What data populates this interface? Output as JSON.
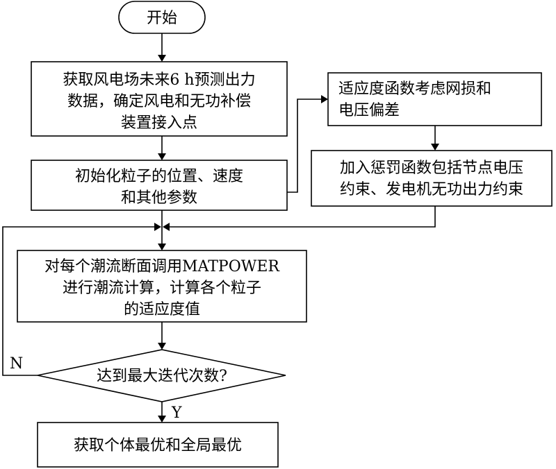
{
  "flowchart": {
    "start": "开始",
    "step1": [
      "获取风电场未来6 h预测出力",
      "数据，确定风电和无功补偿",
      "装置接入点"
    ],
    "step2": [
      "初始化粒子的位置、速度",
      "和其他参数"
    ],
    "fitness": [
      "适应度函数考虑网损和",
      "电压偏差"
    ],
    "penalty": [
      "加入惩罚函数包括节点电压",
      "约束、发电机无功出力约束"
    ],
    "step3": [
      "对每个潮流断面调用MATPOWER",
      "进行潮流计算，计算各个粒子",
      "的适应度值"
    ],
    "decision": "达到最大迭代次数?",
    "no_label": "N",
    "yes_label": "Y",
    "result": "获取个体最优和全局最优"
  }
}
